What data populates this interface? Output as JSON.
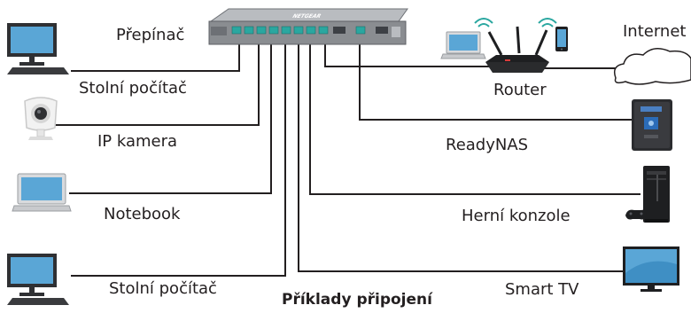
{
  "switch": {
    "label": "Přepínač",
    "brand": "NETGEAR"
  },
  "devices_left": [
    {
      "id": "desktop-1",
      "label": "Stolní počítač",
      "icon": "desktop-computer-icon"
    },
    {
      "id": "ip-camera",
      "label": "IP kamera",
      "icon": "ip-camera-icon"
    },
    {
      "id": "notebook",
      "label": "Notebook",
      "icon": "laptop-icon"
    },
    {
      "id": "desktop-2",
      "label": "Stolní počítač",
      "icon": "desktop-computer-icon"
    }
  ],
  "devices_right": [
    {
      "id": "router",
      "label": "Router",
      "icon": "router-icon"
    },
    {
      "id": "readynas",
      "label": "ReadyNAS",
      "icon": "nas-icon"
    },
    {
      "id": "game-console",
      "label": "Herní konzole",
      "icon": "game-console-icon"
    },
    {
      "id": "smart-tv",
      "label": "Smart TV",
      "icon": "tv-icon"
    }
  ],
  "internet": {
    "label": "Internet",
    "icon": "cloud-icon"
  },
  "caption": "Příklady připojení",
  "colors": {
    "line": "#231f20",
    "port": "#2aa7a0",
    "switch_body": "#8a8d91",
    "screen": "#5aa6d6"
  }
}
